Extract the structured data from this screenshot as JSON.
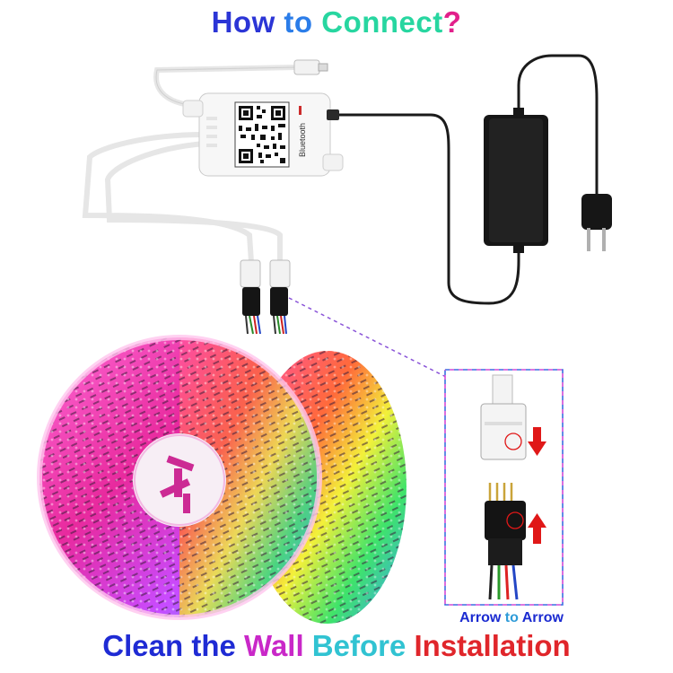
{
  "title": {
    "words": [
      {
        "text": "How ",
        "color": "#2b35d6"
      },
      {
        "text": "to ",
        "color": "#2b7de9"
      },
      {
        "text": "Connect",
        "color": "#27d6a0"
      },
      {
        "text": "?",
        "color": "#e2208b"
      }
    ]
  },
  "controller": {
    "label": "Bluetooth"
  },
  "inset": {
    "caption": [
      {
        "text": "Arrow ",
        "color": "#1b2bd1"
      },
      {
        "text": "to ",
        "color": "#2e9bd8"
      },
      {
        "text": "Arrow",
        "color": "#1b2bd1"
      }
    ]
  },
  "footer": {
    "words": [
      {
        "text": "Clean ",
        "color": "#1f2bd4"
      },
      {
        "text": "the ",
        "color": "#1f2bd4"
      },
      {
        "text": "Wall ",
        "color": "#c928c8"
      },
      {
        "text": "Before ",
        "color": "#31c3d2"
      },
      {
        "text": "Installation",
        "color": "#e0262b"
      }
    ]
  },
  "colors": {
    "cable": "#f4f4f4",
    "adapter": "#151515",
    "arrow": "#e01818"
  },
  "icons": [
    "qr-code",
    "bluetooth-controller",
    "power-adapter",
    "plug",
    "led-strip-reel",
    "down-arrow",
    "up-arrow"
  ]
}
